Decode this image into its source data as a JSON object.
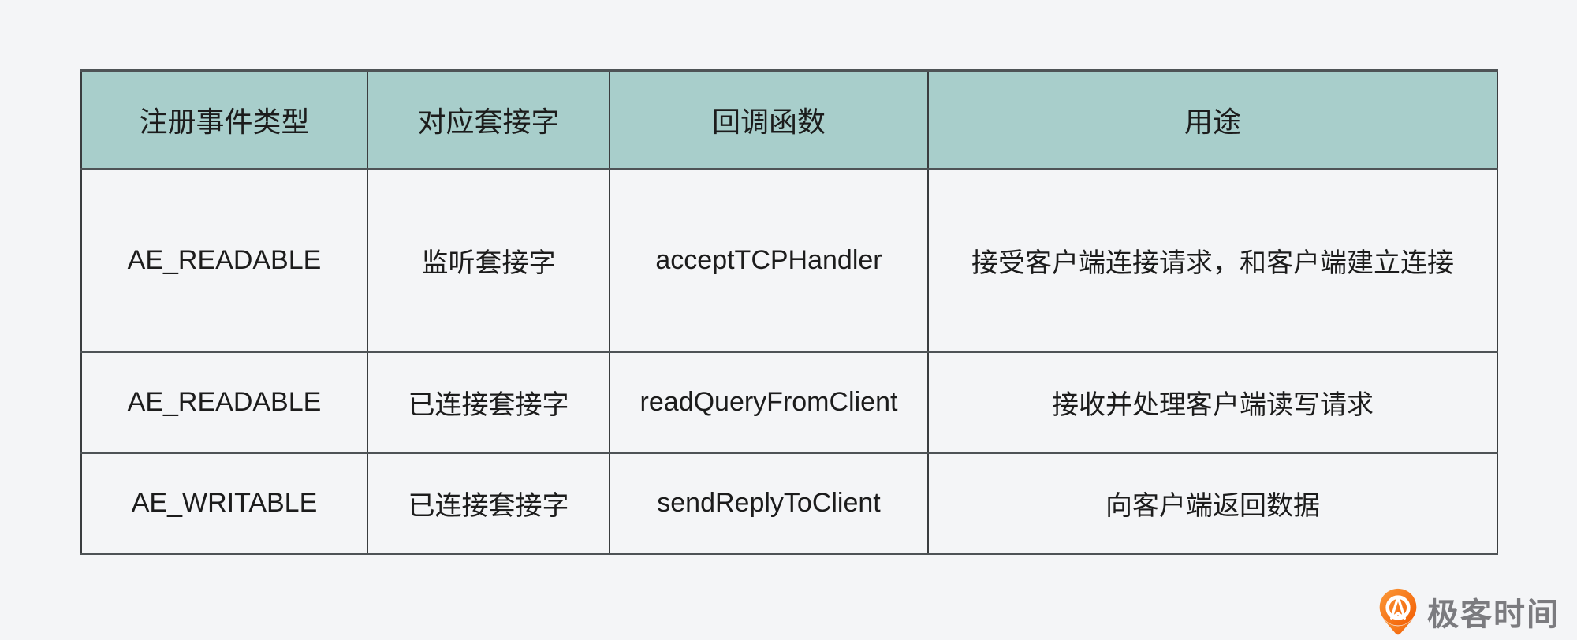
{
  "page": {
    "background_color": "#f4f5f7"
  },
  "table": {
    "header_background": "#a8cecb",
    "columns": [
      "注册事件类型",
      "对应套接字",
      "回调函数",
      "用途"
    ],
    "rows": [
      [
        "AE_READABLE",
        "监听套接字",
        "acceptTCPHandler",
        "接受客户端连接请求，和客户端建立连接"
      ],
      [
        "AE_READABLE",
        "已连接套接字",
        "readQueryFromClient",
        "接收并处理客户端读写请求"
      ],
      [
        "AE_WRITABLE",
        "已连接套接字",
        "sendReplyToClient",
        "向客户端返回数据"
      ]
    ]
  },
  "branding": {
    "logo_text": "极客时间",
    "logo_orange_light": "#fb9a3a",
    "logo_orange_dark": "#f25c02",
    "logo_text_color": "#7b7b7f"
  }
}
